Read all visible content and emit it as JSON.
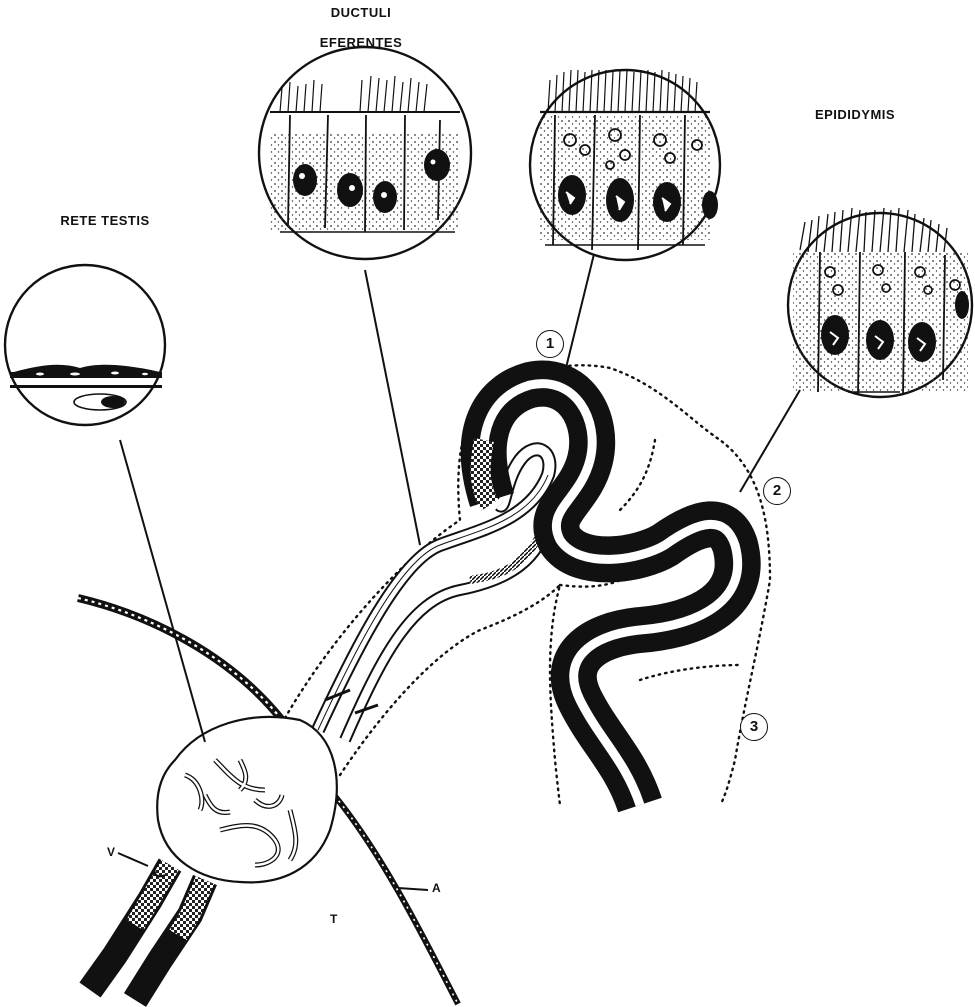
{
  "labels": {
    "ductuli_line1": "DUCTULI",
    "ductuli_line2": "EFERENTES",
    "epididymis": "EPIDIDYMIS",
    "rete_testis": "RETE TESTIS"
  },
  "region_numbers": [
    "1",
    "2",
    "3"
  ],
  "letters": {
    "v": "V",
    "t": "T",
    "a": "A"
  }
}
